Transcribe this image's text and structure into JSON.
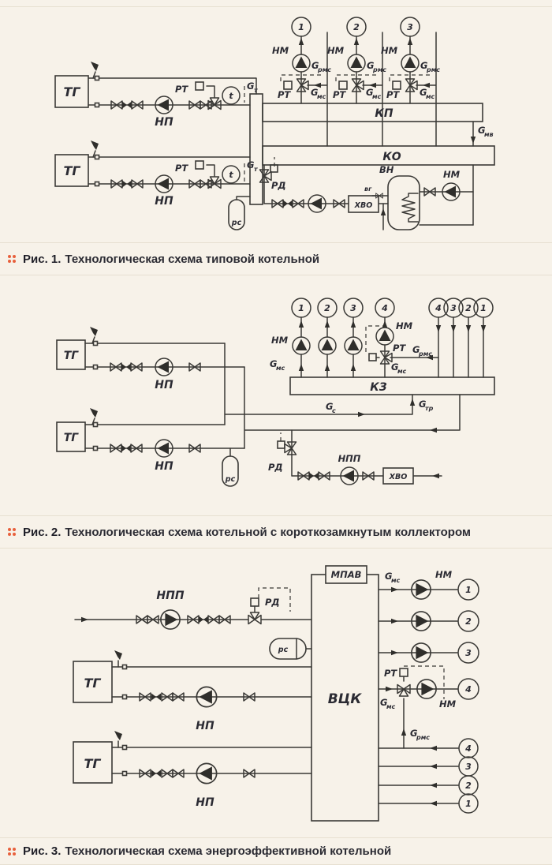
{
  "captions": [
    {
      "prefix": "Рис. 1.",
      "text": "Технологическая схема типовой котельной"
    },
    {
      "prefix": "Рис. 2.",
      "text": "Технологическая схема котельной с короткозамкнутым коллектором"
    },
    {
      "prefix": "Рис. 3.",
      "text": "Технологическая схема энергоэффективной котельной"
    }
  ],
  "sym": {
    "tg": "ТГ",
    "np": "НП",
    "npp": "НПП",
    "nm": "НМ",
    "rt": "РТ",
    "rd": "РД",
    "rs": "рс",
    "vn": "ВН",
    "vg": "вг",
    "kp": "КП",
    "ko": "КО",
    "kz": "КЗ",
    "vck": "ВЦК",
    "mpav": "МПАВ",
    "hvo": "ХВО",
    "g": "G",
    "sub_ms": "мс",
    "sub_rms": "рмс",
    "sub_mv": "мв",
    "sub_t": "т",
    "sub_s": "с",
    "sub_tr": "тр",
    "t": "t",
    "n1": "1",
    "n2": "2",
    "n3": "3",
    "n4": "4"
  },
  "colors": {
    "accent": "#e8603c",
    "line": "#3a3936",
    "text": "#2b2b33"
  }
}
